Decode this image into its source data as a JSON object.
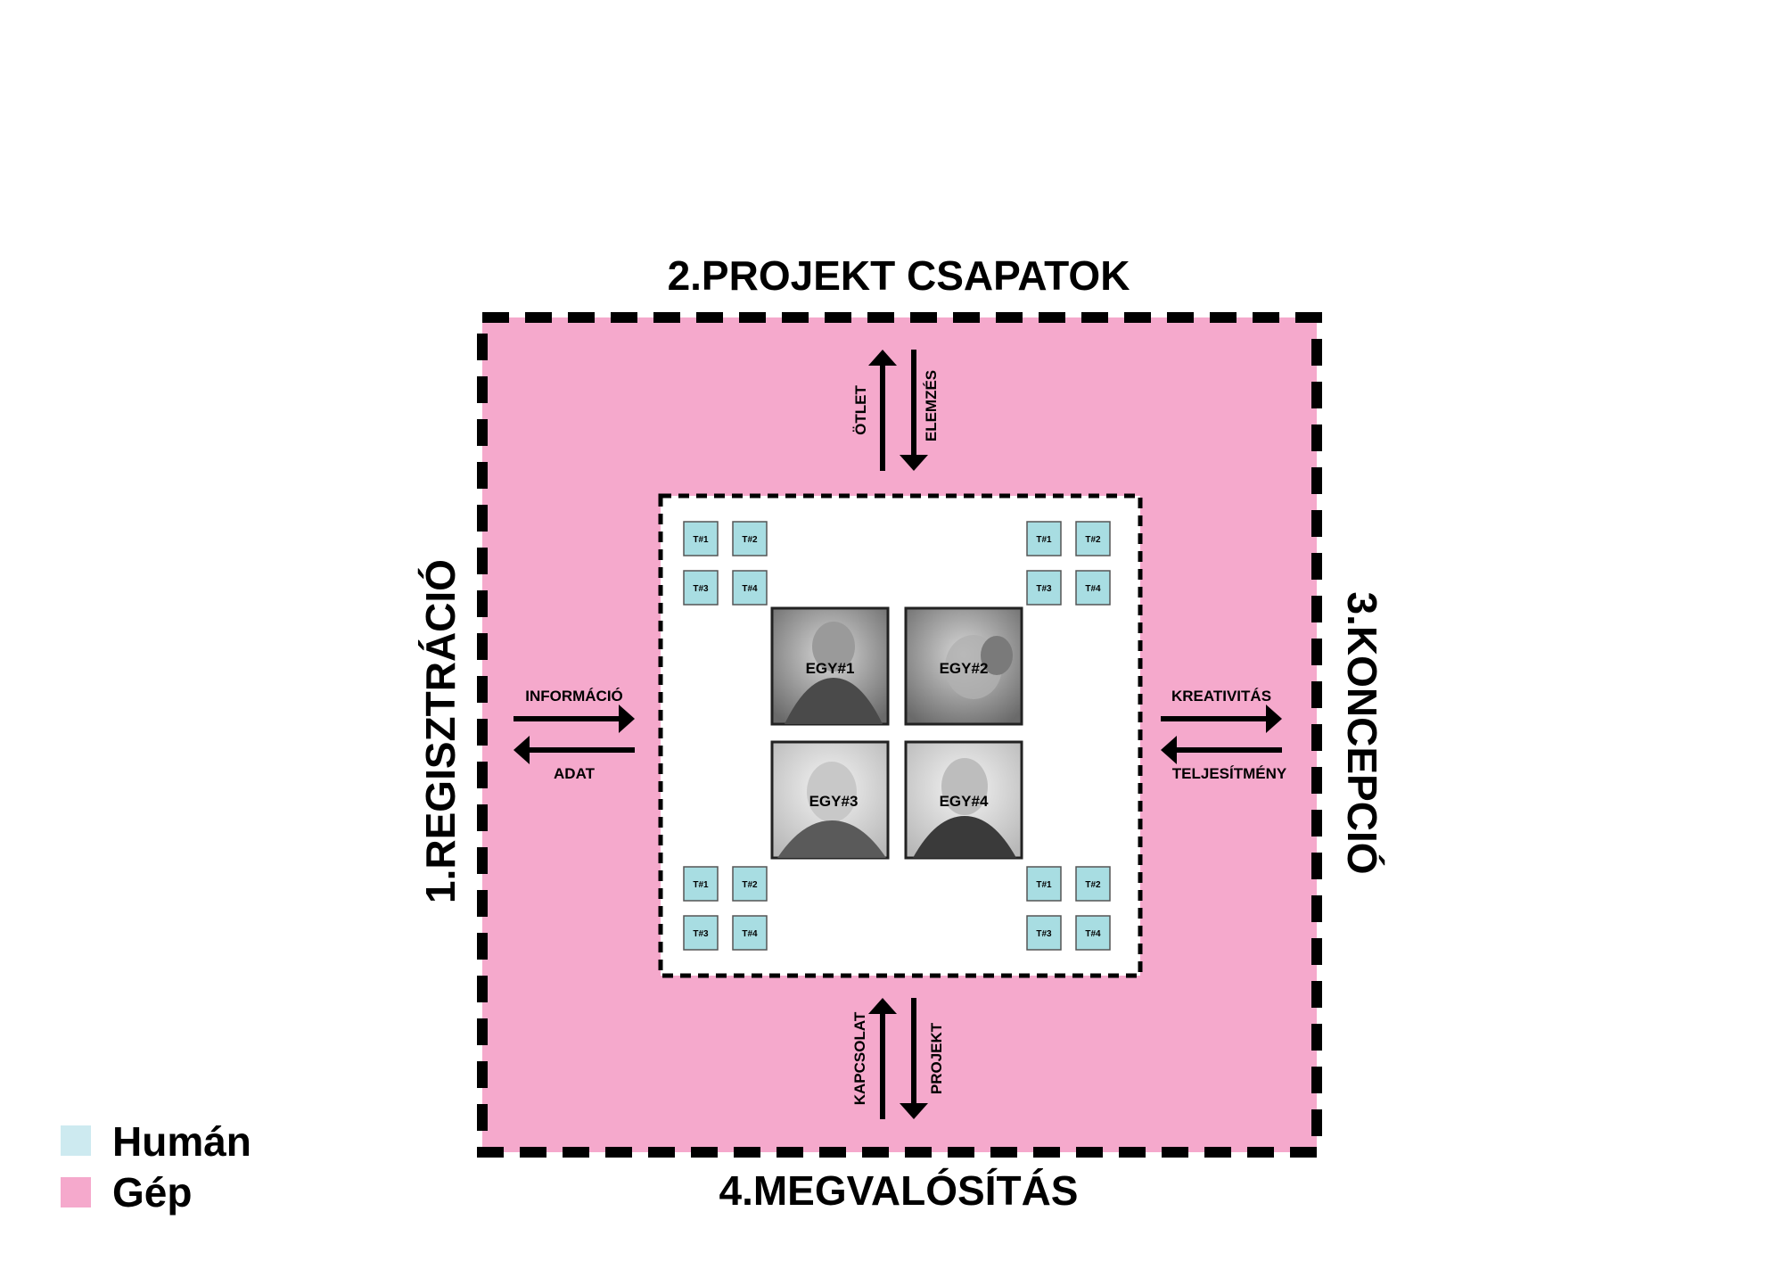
{
  "colors": {
    "human": "#cdeaf0",
    "machine": "#f5a9cc",
    "team_box": "#a8dde2"
  },
  "stages": {
    "left": "1.REGISZTRÁCIÓ",
    "top": "2.PROJEKT CSAPATOK",
    "right": "3.KONCEPCIÓ",
    "bottom": "4.MEGVALÓSÍTÁS"
  },
  "flows": {
    "top_up": "ÖTLET",
    "top_down": "ELEMZÉS",
    "left_right": "INFORMÁCIÓ",
    "left_left": "ADAT",
    "right_right": "KREATIVITÁS",
    "right_left": "TELJESÍTMÉNY",
    "bottom_up": "KAPCSOLAT",
    "bottom_down": "PROJEKT"
  },
  "individuals": [
    "EGY#1",
    "EGY#2",
    "EGY#3",
    "EGY#4"
  ],
  "teams": [
    "T#1",
    "T#2",
    "T#3",
    "T#4"
  ],
  "legend": {
    "human": "Humán",
    "machine": "Gép"
  }
}
